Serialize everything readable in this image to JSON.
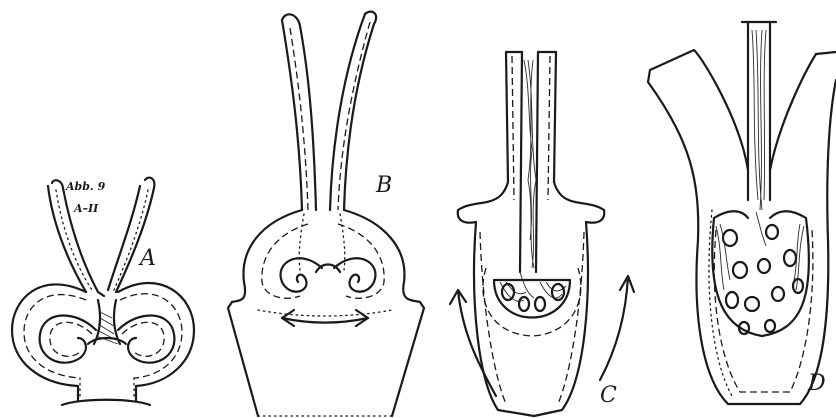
{
  "figure": {
    "caption_line1": "Abb. 9",
    "caption_line2": "A–II",
    "panels": [
      {
        "id": "A",
        "label": "A"
      },
      {
        "id": "B",
        "label": "B"
      },
      {
        "id": "C",
        "label": "C"
      },
      {
        "id": "D",
        "label": "D"
      }
    ]
  }
}
